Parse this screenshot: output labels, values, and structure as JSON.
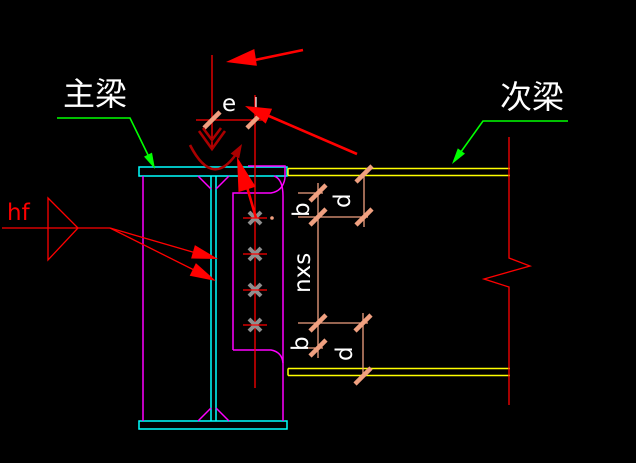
{
  "drawing": {
    "title": "beam-connection-detail",
    "background": "#000000",
    "labels": {
      "main_beam": "主梁",
      "secondary_beam": "次梁",
      "weld_size": "hf",
      "eccentricity_dim": "e",
      "edge_distance_top": "b",
      "flange_distance_top": "d",
      "bolt_spacing": "nxs",
      "edge_distance_bottom": "b",
      "flange_distance_bottom": "d"
    },
    "colors": {
      "main_beam_steel": "#00ffff",
      "plate_and_edges": "#ff00ff",
      "secondary_beam_flange": "#ffff00",
      "centerline_and_arrows": "#ff0000",
      "rotation_symbol": "#aa0000",
      "dimension_lines": "#f0a080",
      "leader_lines": "#00ff00",
      "bolt_marker": "#8f8f8f",
      "text": "#ffffff"
    },
    "bolt_count": 4
  }
}
